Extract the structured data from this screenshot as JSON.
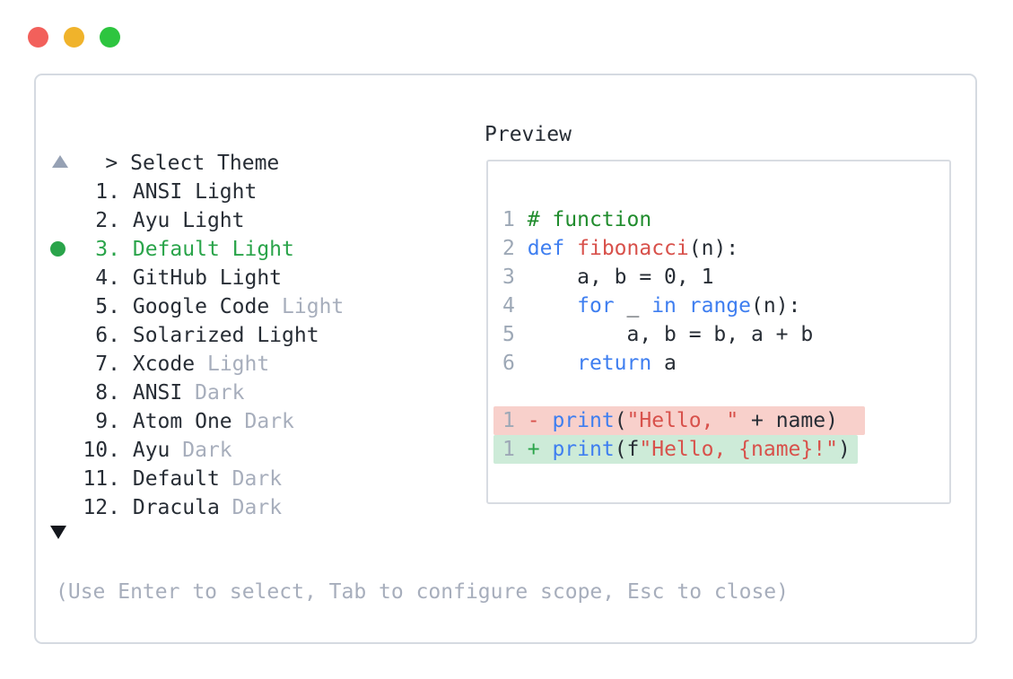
{
  "colors": {
    "selected_green": "#2aa44a",
    "comment_green": "#208c2d",
    "keyword_blue": "#3e7ef0",
    "string_red": "#d8514b",
    "diff_removed_bg": "#f8d0cb",
    "diff_added_bg": "#cdebd8",
    "muted_gray": "#a7aebc",
    "traffic_red": "#f2605b",
    "traffic_yellow": "#f0b32b",
    "traffic_green": "#2dc53f"
  },
  "window": {
    "traffic_lights": [
      "close",
      "minimize",
      "zoom"
    ]
  },
  "icons": {
    "scroll_up": "triangle-up",
    "scroll_down": "triangle-down",
    "selected_bullet": "filled-circle"
  },
  "picker": {
    "prompt": ">",
    "title": "Select Theme",
    "hint": "(Use Enter to select, Tab to configure scope, Esc to close)",
    "items": [
      {
        "number": "1.",
        "name": "ANSI Light",
        "variant": "",
        "selected": false
      },
      {
        "number": "2.",
        "name": "Ayu Light",
        "variant": "",
        "selected": false
      },
      {
        "number": "3.",
        "name": "Default Light",
        "variant": "",
        "selected": true
      },
      {
        "number": "4.",
        "name": "GitHub Light",
        "variant": "",
        "selected": false
      },
      {
        "number": "5.",
        "name": "Google Code",
        "variant": "Light",
        "selected": false
      },
      {
        "number": "6.",
        "name": "Solarized Light",
        "variant": "",
        "selected": false
      },
      {
        "number": "7.",
        "name": "Xcode",
        "variant": "Light",
        "selected": false
      },
      {
        "number": "8.",
        "name": "ANSI",
        "variant": "Dark",
        "selected": false
      },
      {
        "number": "9.",
        "name": "Atom One",
        "variant": "Dark",
        "selected": false
      },
      {
        "number": "10.",
        "name": "Ayu",
        "variant": "Dark",
        "selected": false
      },
      {
        "number": "11.",
        "name": "Default",
        "variant": "Dark",
        "selected": false
      },
      {
        "number": "12.",
        "name": "Dracula",
        "variant": "Dark",
        "selected": false
      }
    ]
  },
  "preview": {
    "label": "Preview",
    "lines": [
      {
        "num": "1",
        "tokens": [
          {
            "t": "# function",
            "c": "comment"
          }
        ]
      },
      {
        "num": "2",
        "tokens": [
          {
            "t": "def",
            "c": "kw"
          },
          {
            "t": " ",
            "c": "plain"
          },
          {
            "t": "fibonacci",
            "c": "fn"
          },
          {
            "t": "(n):",
            "c": "plain"
          }
        ]
      },
      {
        "num": "3",
        "tokens": [
          {
            "t": "    a, b = 0, 1",
            "c": "plain"
          }
        ]
      },
      {
        "num": "4",
        "tokens": [
          {
            "t": "    ",
            "c": "plain"
          },
          {
            "t": "for",
            "c": "kw"
          },
          {
            "t": " _ ",
            "c": "plain"
          },
          {
            "t": "in",
            "c": "kw"
          },
          {
            "t": " ",
            "c": "plain"
          },
          {
            "t": "range",
            "c": "kw"
          },
          {
            "t": "(n):",
            "c": "plain"
          }
        ]
      },
      {
        "num": "5",
        "tokens": [
          {
            "t": "        a, b = b, a + b",
            "c": "plain"
          }
        ]
      },
      {
        "num": "6",
        "tokens": [
          {
            "t": "    ",
            "c": "plain"
          },
          {
            "t": "return",
            "c": "kw"
          },
          {
            "t": " a",
            "c": "plain"
          }
        ]
      },
      {
        "empty": true
      },
      {
        "num": "1",
        "diff": "removed",
        "tokens": [
          {
            "t": "-",
            "c": "minus"
          },
          {
            "t": " ",
            "c": "plain"
          },
          {
            "t": "print",
            "c": "kw"
          },
          {
            "t": "(",
            "c": "plain"
          },
          {
            "t": "\"Hello, \"",
            "c": "str"
          },
          {
            "t": " + name)",
            "c": "plain"
          }
        ]
      },
      {
        "num": "1",
        "diff": "added",
        "tokens": [
          {
            "t": "+",
            "c": "plus"
          },
          {
            "t": " ",
            "c": "plain"
          },
          {
            "t": "print",
            "c": "kw"
          },
          {
            "t": "(f",
            "c": "plain"
          },
          {
            "t": "\"Hello, {name}!\"",
            "c": "str"
          },
          {
            "t": ")",
            "c": "plain"
          }
        ]
      }
    ]
  }
}
